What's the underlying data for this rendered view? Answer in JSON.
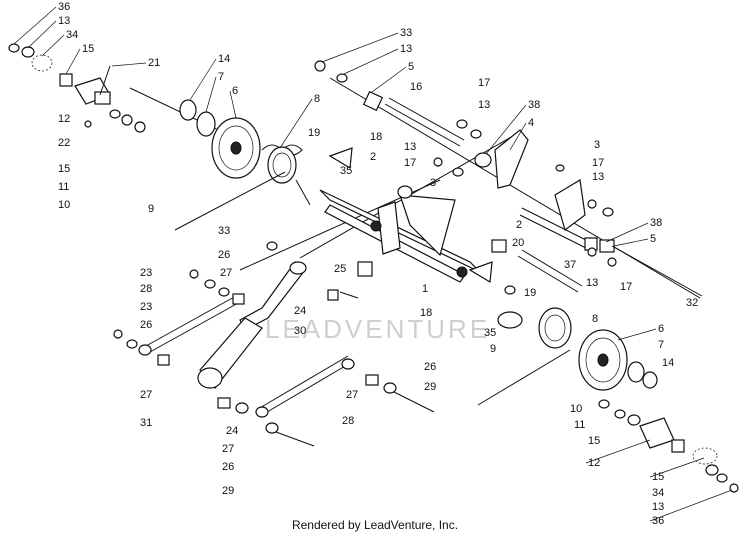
{
  "diagram": {
    "watermark": "LEADVENTURE",
    "footer": "Rendered by LeadVenture, Inc.",
    "callouts": [
      "36",
      "13",
      "34",
      "15",
      "21",
      "12",
      "22",
      "15",
      "11",
      "10",
      "14",
      "7",
      "6",
      "8",
      "9",
      "33",
      "13",
      "5",
      "16",
      "17",
      "13",
      "38",
      "4",
      "19",
      "18",
      "2",
      "13",
      "17",
      "35",
      "3",
      "3",
      "17",
      "13",
      "38",
      "5",
      "2",
      "20",
      "37",
      "13",
      "17",
      "32",
      "33",
      "26",
      "27",
      "23",
      "28",
      "25",
      "1",
      "19",
      "24",
      "30",
      "23",
      "26",
      "18",
      "35",
      "8",
      "6",
      "7",
      "14",
      "9",
      "27",
      "31",
      "24",
      "27",
      "26",
      "29",
      "27",
      "26",
      "29",
      "28",
      "10",
      "11",
      "15",
      "12",
      "15",
      "34",
      "13",
      "36"
    ]
  }
}
